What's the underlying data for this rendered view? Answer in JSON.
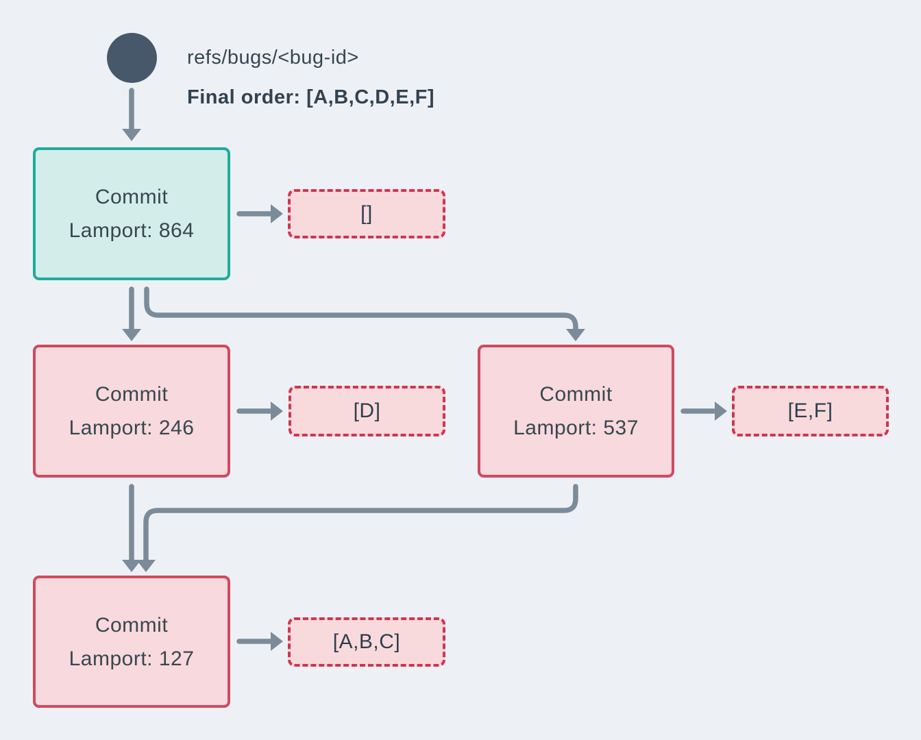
{
  "diagram": {
    "ref_label": "refs/bugs/<bug-id>",
    "final_order_label": "Final order: [A,B,C,D,E,F]",
    "nodes": [
      {
        "id": "root",
        "title": "Commit",
        "subtitle": "Lamport: 864",
        "variant": "head",
        "payload": "[]"
      },
      {
        "id": "left",
        "title": "Commit",
        "subtitle": "Lamport: 246",
        "variant": "normal",
        "payload": "[D]"
      },
      {
        "id": "right",
        "title": "Commit",
        "subtitle": "Lamport: 537",
        "variant": "normal",
        "payload": "[E,F]"
      },
      {
        "id": "merge",
        "title": "Commit",
        "subtitle": "Lamport: 127",
        "variant": "normal",
        "payload": "[A,B,C]"
      }
    ],
    "colors": {
      "background": "#edf1f5",
      "arrow": "#7c8b9a",
      "text": "#37474f",
      "head_border": "#1fab9c",
      "head_fill": "#d3edeb",
      "commit_border": "#d14a5f",
      "commit_fill": "#f8d9dd",
      "payload_border": "#d2344f",
      "payload_fill": "#f8dadd",
      "ref_circle": "#46586a"
    }
  }
}
